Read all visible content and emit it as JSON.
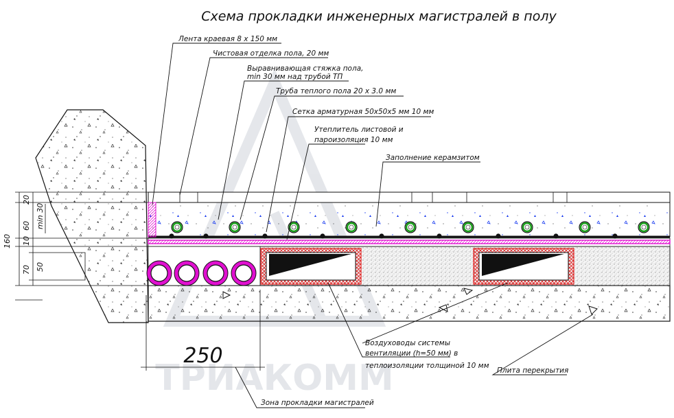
{
  "title": "Схема прокладки инженерных магистралей в полу",
  "watermark": "ТРИАКОММ",
  "callouts": {
    "edge_tape": "Лента краевая  8 х 150  мм",
    "finish": "Чистовая отделка пола, 20  мм",
    "screed_1": "Выравнивающая стяжка пола,",
    "screed_2": "min 30  мм над трубой ТП",
    "pipe": "Труба теплого пола  20  х  3.0  мм",
    "mesh": "Сетка арматурная 50х50х5  мм  10  мм",
    "insulation_1": "Утеплитель листовой и",
    "insulation_2": "пароизоляция  10  мм",
    "fill": "Заполнение керамзитом",
    "ducts_1": "Воздуховоды системы",
    "ducts_2": "вентиляции  (h=50  мм)  в",
    "ducts_3": "теплоизоляции толщиной  10  мм",
    "slab": "Плита перекрытия",
    "zone": "Зона прокладки магистралей"
  },
  "dimensions": {
    "total": "160",
    "layer_finish": "20",
    "layer_screed": "60",
    "screed_min": "min 30",
    "layer_insulation": "10",
    "layer_fill": "70",
    "duct_height": "50",
    "zone_width": "250"
  },
  "colors": {
    "line": "#111111",
    "magenta": "#e010d0",
    "red_hatch": "#e02020",
    "green": "#18a018",
    "blue_marks": "#1a3cf0",
    "watermark": "#cfd3da"
  },
  "icons": [
    "heating-pipe-icon",
    "rebar-dot-icon",
    "pipe-bundle-icon",
    "duct-icon",
    "level-triangle-icon"
  ]
}
